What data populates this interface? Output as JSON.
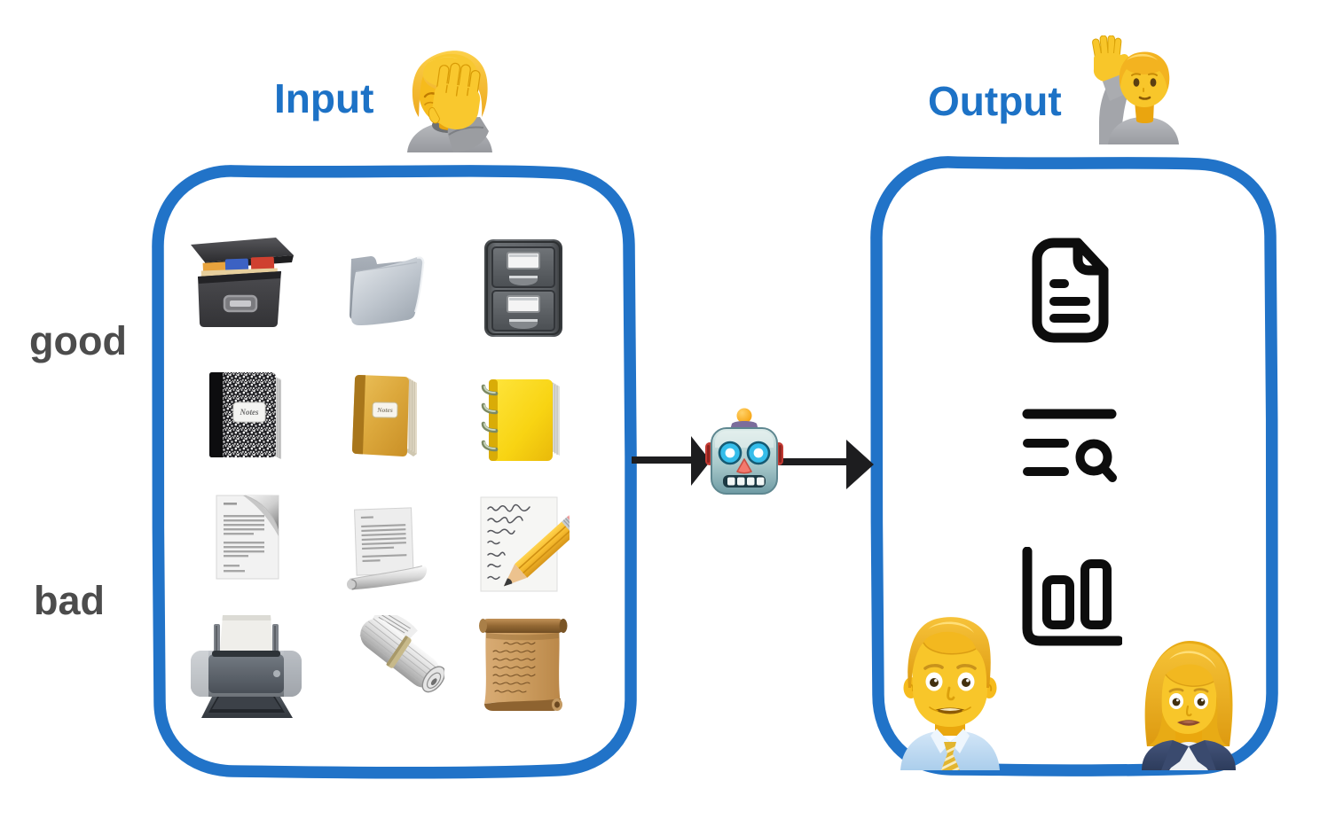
{
  "diagram": {
    "background": "#ffffff",
    "accent_blue": "#2173c8",
    "label_gray": "#4c4c4c",
    "icon_black": "#111111"
  },
  "input_section": {
    "title": "Input",
    "header_icon": "person-facepalming-emoji",
    "quality_labels": {
      "top": "good",
      "bottom": "bad"
    },
    "grid_rows": [
      {
        "quality": "good",
        "emojis": [
          "card-file-box",
          "open-file-folder",
          "file-cabinet"
        ]
      },
      {
        "quality": "good",
        "emojis": [
          "composition-notebook",
          "decorative-notebook",
          "spiral-ledger"
        ]
      },
      {
        "quality": "bad",
        "emojis": [
          "page-facing-up",
          "page-with-curl",
          "memo-with-pencil"
        ]
      },
      {
        "quality": "bad",
        "emojis": [
          "printer",
          "rolled-up-newspaper",
          "scroll"
        ]
      }
    ],
    "notebook_cover_label": "Notes"
  },
  "processor": {
    "icon": "robot-emoji"
  },
  "output_section": {
    "title": "Output",
    "header_icon": "person-raising-hand-emoji",
    "result_icons": [
      "document-icon",
      "list-search-icon",
      "bar-chart-icon"
    ],
    "people_icons": [
      "man-office-worker-emoji",
      "woman-office-worker-emoji"
    ]
  }
}
